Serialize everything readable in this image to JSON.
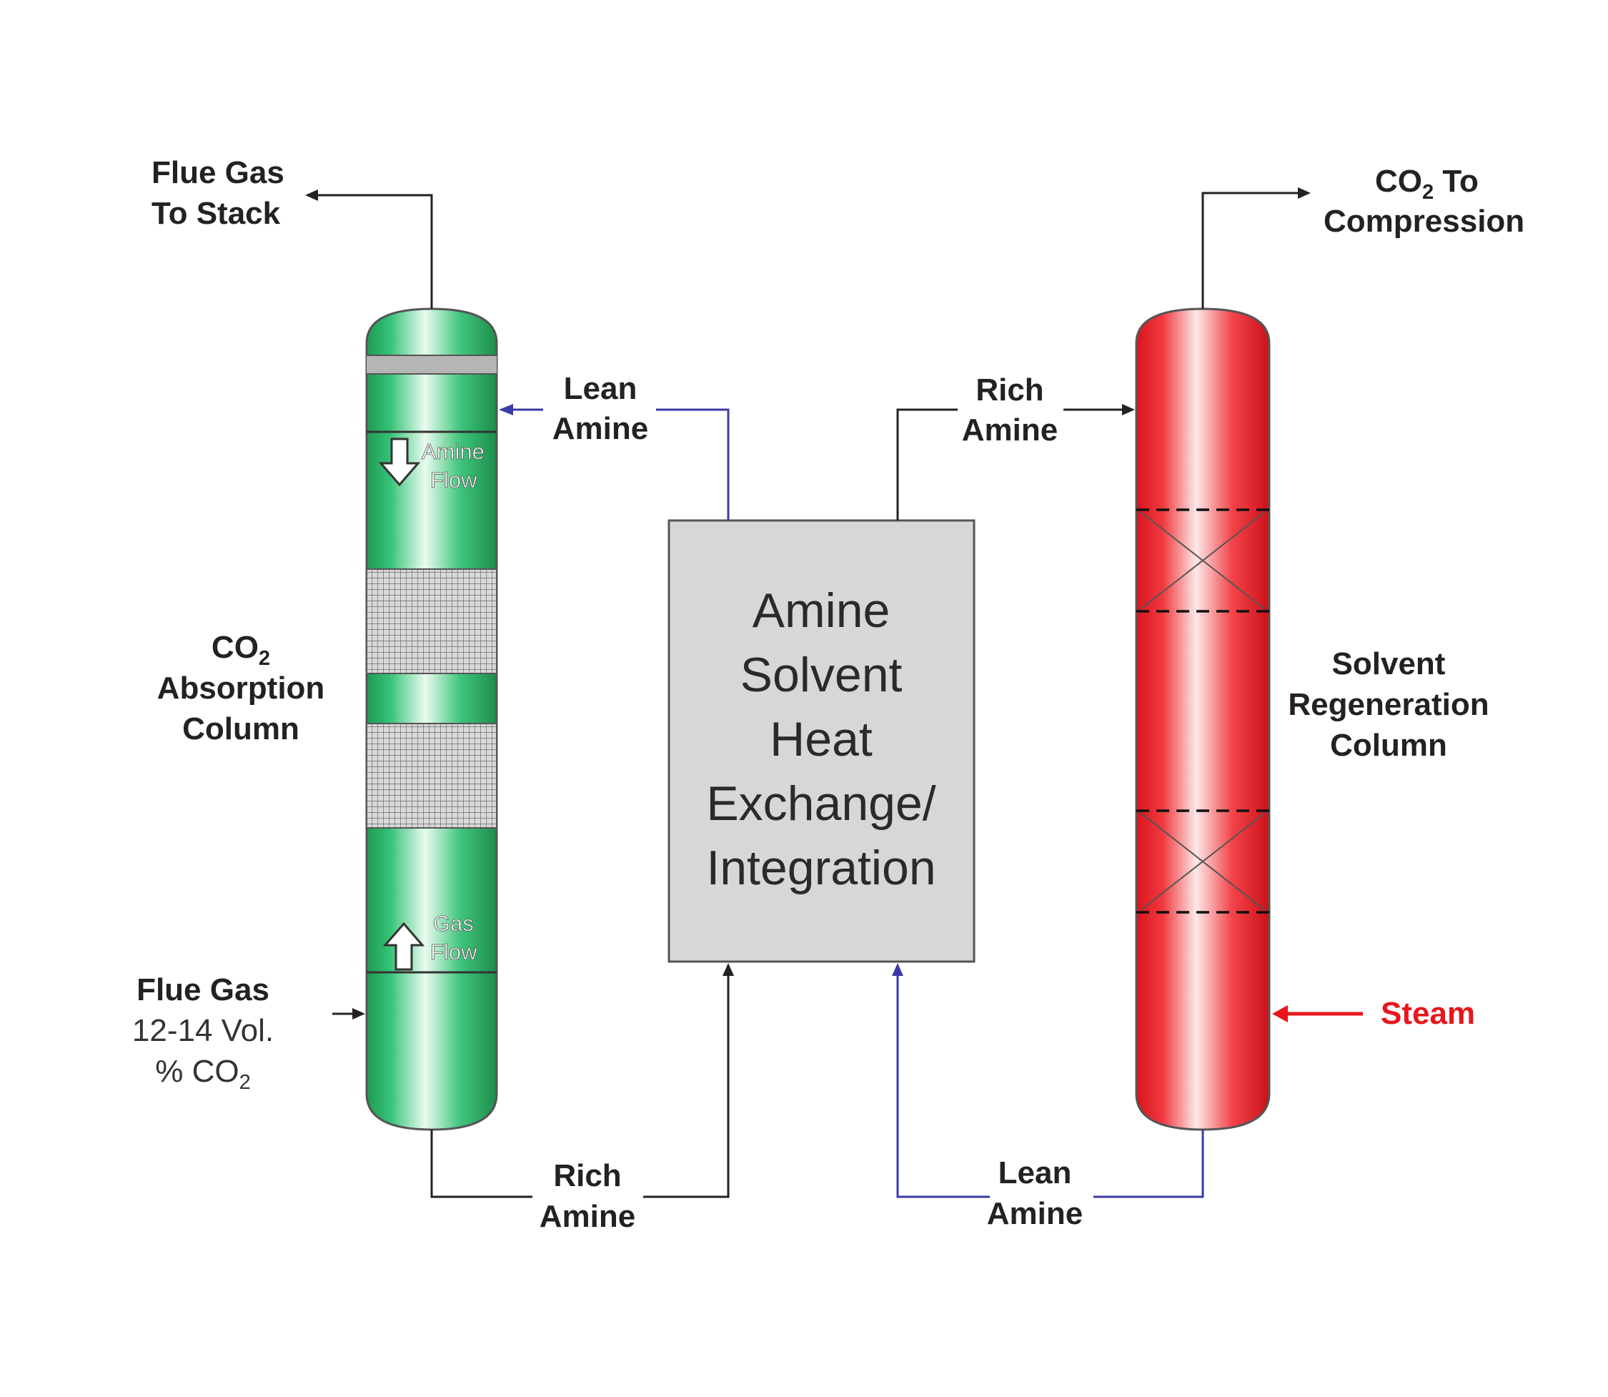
{
  "labels": {
    "flue_gas_to_stack": [
      "Flue Gas",
      "To Stack"
    ],
    "co2_to_compression": {
      "line1_a": "CO",
      "line1_sub": "2",
      "line1_b": " To",
      "line2": "Compression"
    },
    "lean_amine_top": [
      "Lean",
      "Amine"
    ],
    "rich_amine_top": [
      "Rich",
      "Amine"
    ],
    "amine_flow": [
      "Amine",
      "Flow"
    ],
    "gas_flow": [
      "Gas",
      "Flow"
    ],
    "absorption_column": {
      "line1_a": "CO",
      "line1_sub": "2",
      "line2": "Absorption",
      "line3": "Column"
    },
    "regeneration_column": [
      "Solvent",
      "Regeneration",
      "Column"
    ],
    "heat_exchange_box": [
      "Amine",
      "Solvent",
      "Heat",
      "Exchange/",
      "Integration"
    ],
    "flue_gas_in": {
      "line1": "Flue Gas",
      "line2": "12-14 Vol.",
      "line3_a": "% CO",
      "line3_sub": "2"
    },
    "steam": "Steam",
    "rich_amine_bottom": [
      "Rich",
      "Amine"
    ],
    "lean_amine_bottom": [
      "Lean",
      "Amine"
    ]
  },
  "colors": {
    "absorber": "#2fb56a",
    "regenerator": "#e8262c",
    "lean_line": "#3a3aa8",
    "rich_line": "#222222",
    "steam": "#e8161c",
    "box_fill": "#d7d7d7"
  }
}
